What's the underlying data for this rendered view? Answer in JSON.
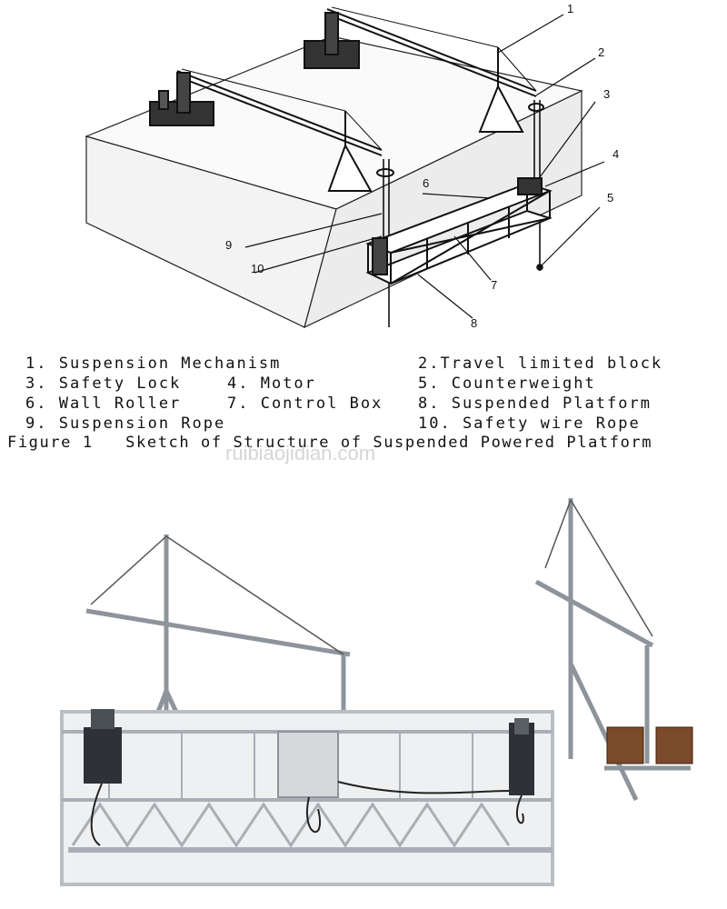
{
  "diagram": {
    "callouts": [
      "1",
      "2",
      "3",
      "4",
      "5",
      "6",
      "7",
      "8",
      "9",
      "10"
    ]
  },
  "legend": {
    "col1": [
      "1. Suspension Mechanism",
      "3. Safety Lock",
      "6. Wall Roller",
      "9. Suspension Rope"
    ],
    "mid": [
      "",
      "4. Motor",
      "7. Control Box",
      ""
    ],
    "col2": [
      "2.Travel limited block",
      "5. Counterweight",
      "8. Suspended Platform",
      "10. Safety wire Rope"
    ]
  },
  "caption": "Figure 1   Sketch of Structure of Suspended Powered Platform",
  "watermark": "ruibiaojidian.com",
  "colors": {
    "line": "#111111",
    "building": "#f2f2f2",
    "metal": "#c9ced3",
    "metal_dark": "#8d949b",
    "counterweight": "#7a4a2a"
  }
}
